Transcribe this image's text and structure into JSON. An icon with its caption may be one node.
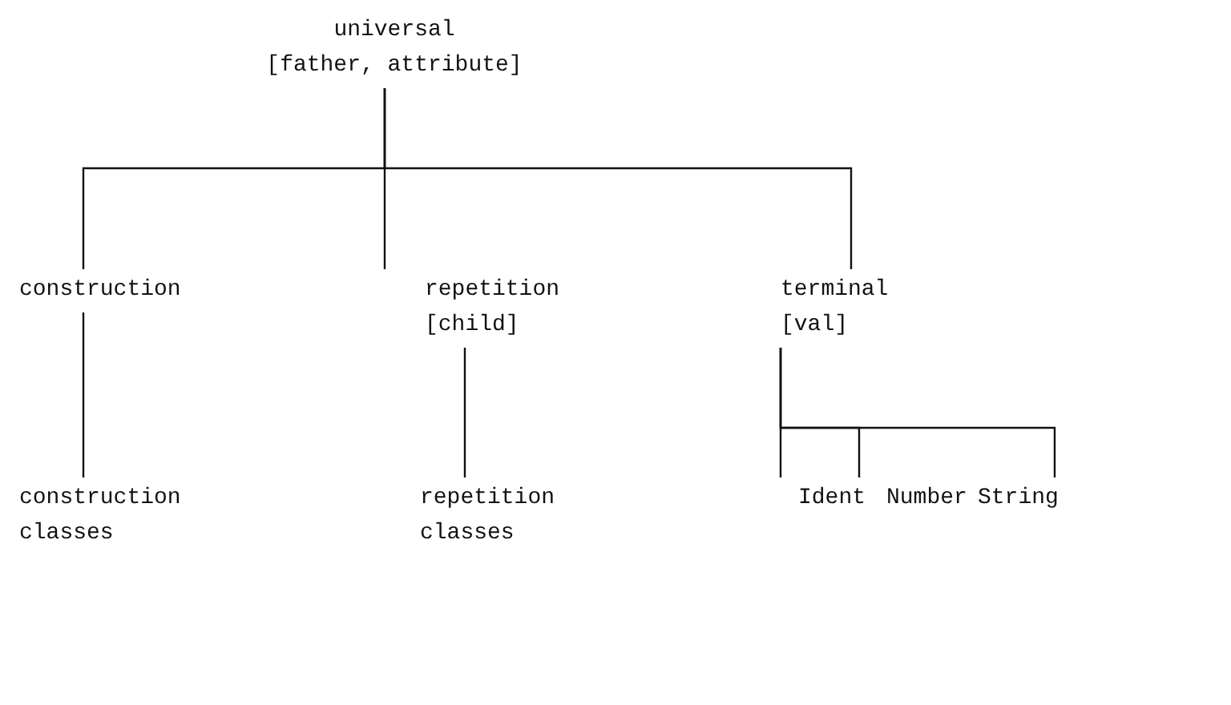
{
  "diagram": {
    "nodes": [
      {
        "text": [
          "universal",
          "[father, attribute]"
        ]
      },
      {
        "text": [
          "construction"
        ]
      },
      {
        "text": [
          "repetition",
          "[child]"
        ]
      },
      {
        "text": [
          "terminal",
          "[val]"
        ]
      },
      {
        "text": [
          "construction classes"
        ]
      },
      {
        "text": [
          "repetition classes"
        ]
      },
      {
        "text": [
          "Ident"
        ]
      },
      {
        "text": [
          "Number"
        ]
      },
      {
        "text": [
          "String"
        ]
      }
    ],
    "edges": [
      {
        "from": 0,
        "to": 1,
        "arrow": "none"
      },
      {
        "from": 0,
        "to": 2,
        "arrow": "none"
      },
      {
        "from": 0,
        "to": 3,
        "arrow": "none"
      },
      {
        "from": 1,
        "to": 4,
        "arrow": "none"
      },
      {
        "from": 2,
        "to": 5,
        "arrow": "none"
      },
      {
        "from": 3,
        "to": 6,
        "arrow": "none"
      },
      {
        "from": 3,
        "to": 7,
        "arrow": "none"
      },
      {
        "from": 3,
        "to": 8,
        "arrow": "none"
      }
    ]
  }
}
